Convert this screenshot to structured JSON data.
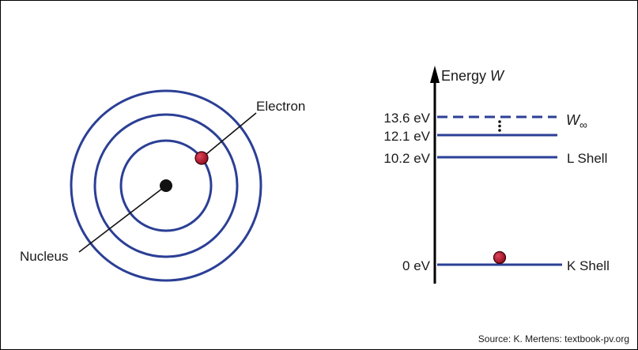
{
  "colors": {
    "orbit": "#2b3f95",
    "nucleus": "#111111",
    "electron": "#b3122a",
    "text": "#1a1a1a",
    "border": "#000000"
  },
  "atom": {
    "electron_label": "Electron",
    "nucleus_label": "Nucleus"
  },
  "energy_diagram": {
    "axis_label": "Energy",
    "axis_symbol": "W",
    "levels": [
      {
        "value_label": "13.6 eV",
        "style": "dashed",
        "shell_label": "W",
        "shell_subscript": "∞"
      },
      {
        "value_label": "12.1 eV",
        "style": "solid",
        "shell_label": ""
      },
      {
        "value_label": "10.2 eV",
        "style": "solid",
        "shell_label": "L Shell"
      },
      {
        "value_label": "0 eV",
        "style": "solid",
        "shell_label": "K Shell"
      }
    ],
    "continuation_icon": "vertical-ellipsis"
  },
  "source": "Source: K. Mertens: textbook-pv.org"
}
